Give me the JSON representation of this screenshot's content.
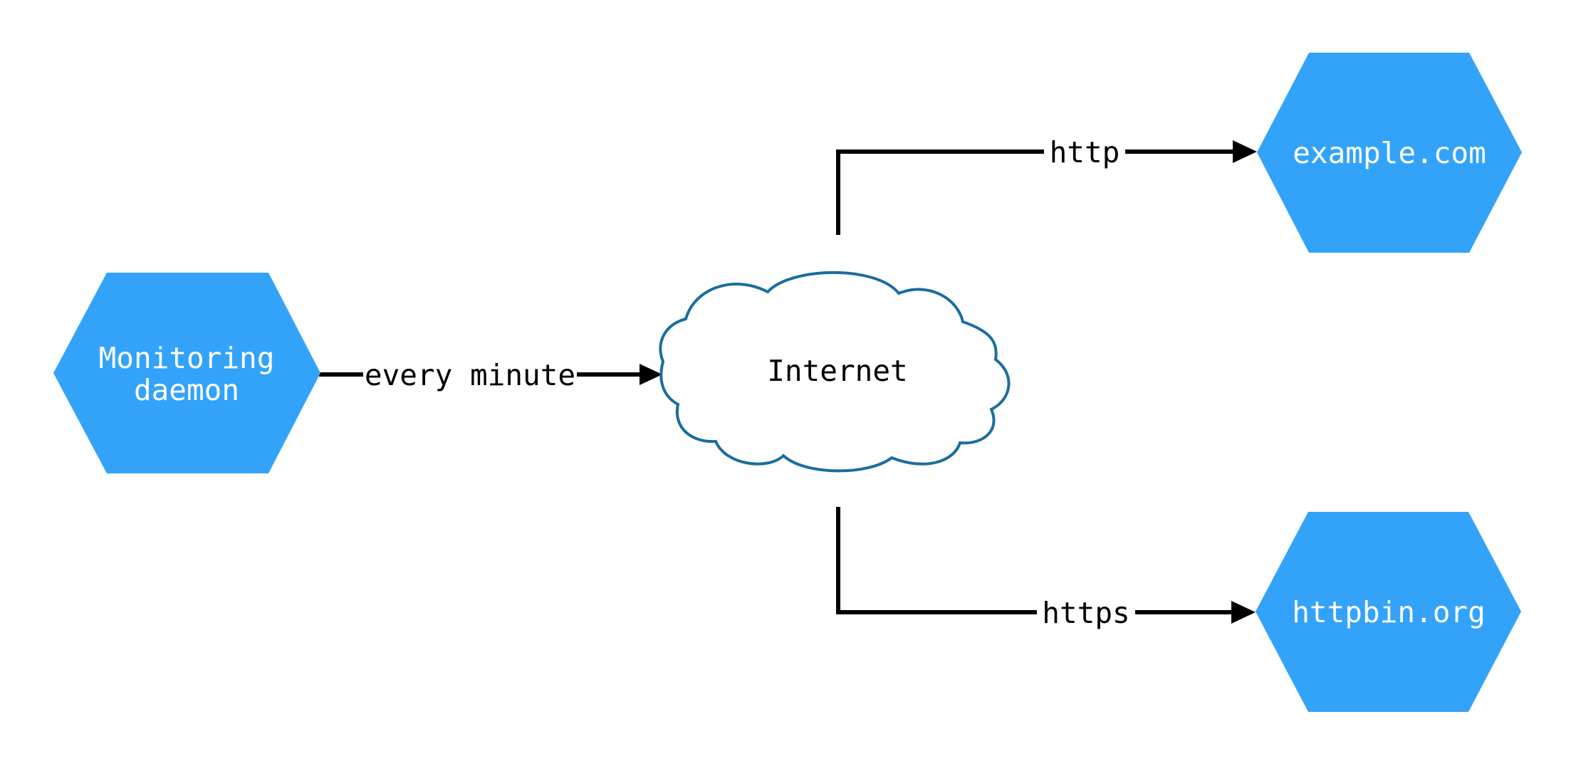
{
  "diagram": {
    "background_color": "#ffffff",
    "edge_color": "#000000",
    "nodes": {
      "monitoring_daemon": {
        "label": "Monitoring daemon",
        "lines": [
          "Monitoring",
          "daemon"
        ],
        "shape": "hexagon",
        "fill": "#33a3fa",
        "text_color": "#ffffff"
      },
      "internet": {
        "label": "Internet",
        "shape": "cloud",
        "fill": "#ffffff",
        "stroke": "#1a6d9e",
        "text_color": "#000000"
      },
      "example_com": {
        "label": "example.com",
        "shape": "hexagon",
        "fill": "#33a3fa",
        "text_color": "#ffffff"
      },
      "httpbin_org": {
        "label": "httpbin.org",
        "shape": "hexagon",
        "fill": "#33a3fa",
        "text_color": "#ffffff"
      }
    },
    "edges": {
      "daemon_to_internet": {
        "label": "every minute"
      },
      "internet_to_example": {
        "label": "http"
      },
      "internet_to_httpbin": {
        "label": "https"
      }
    }
  }
}
